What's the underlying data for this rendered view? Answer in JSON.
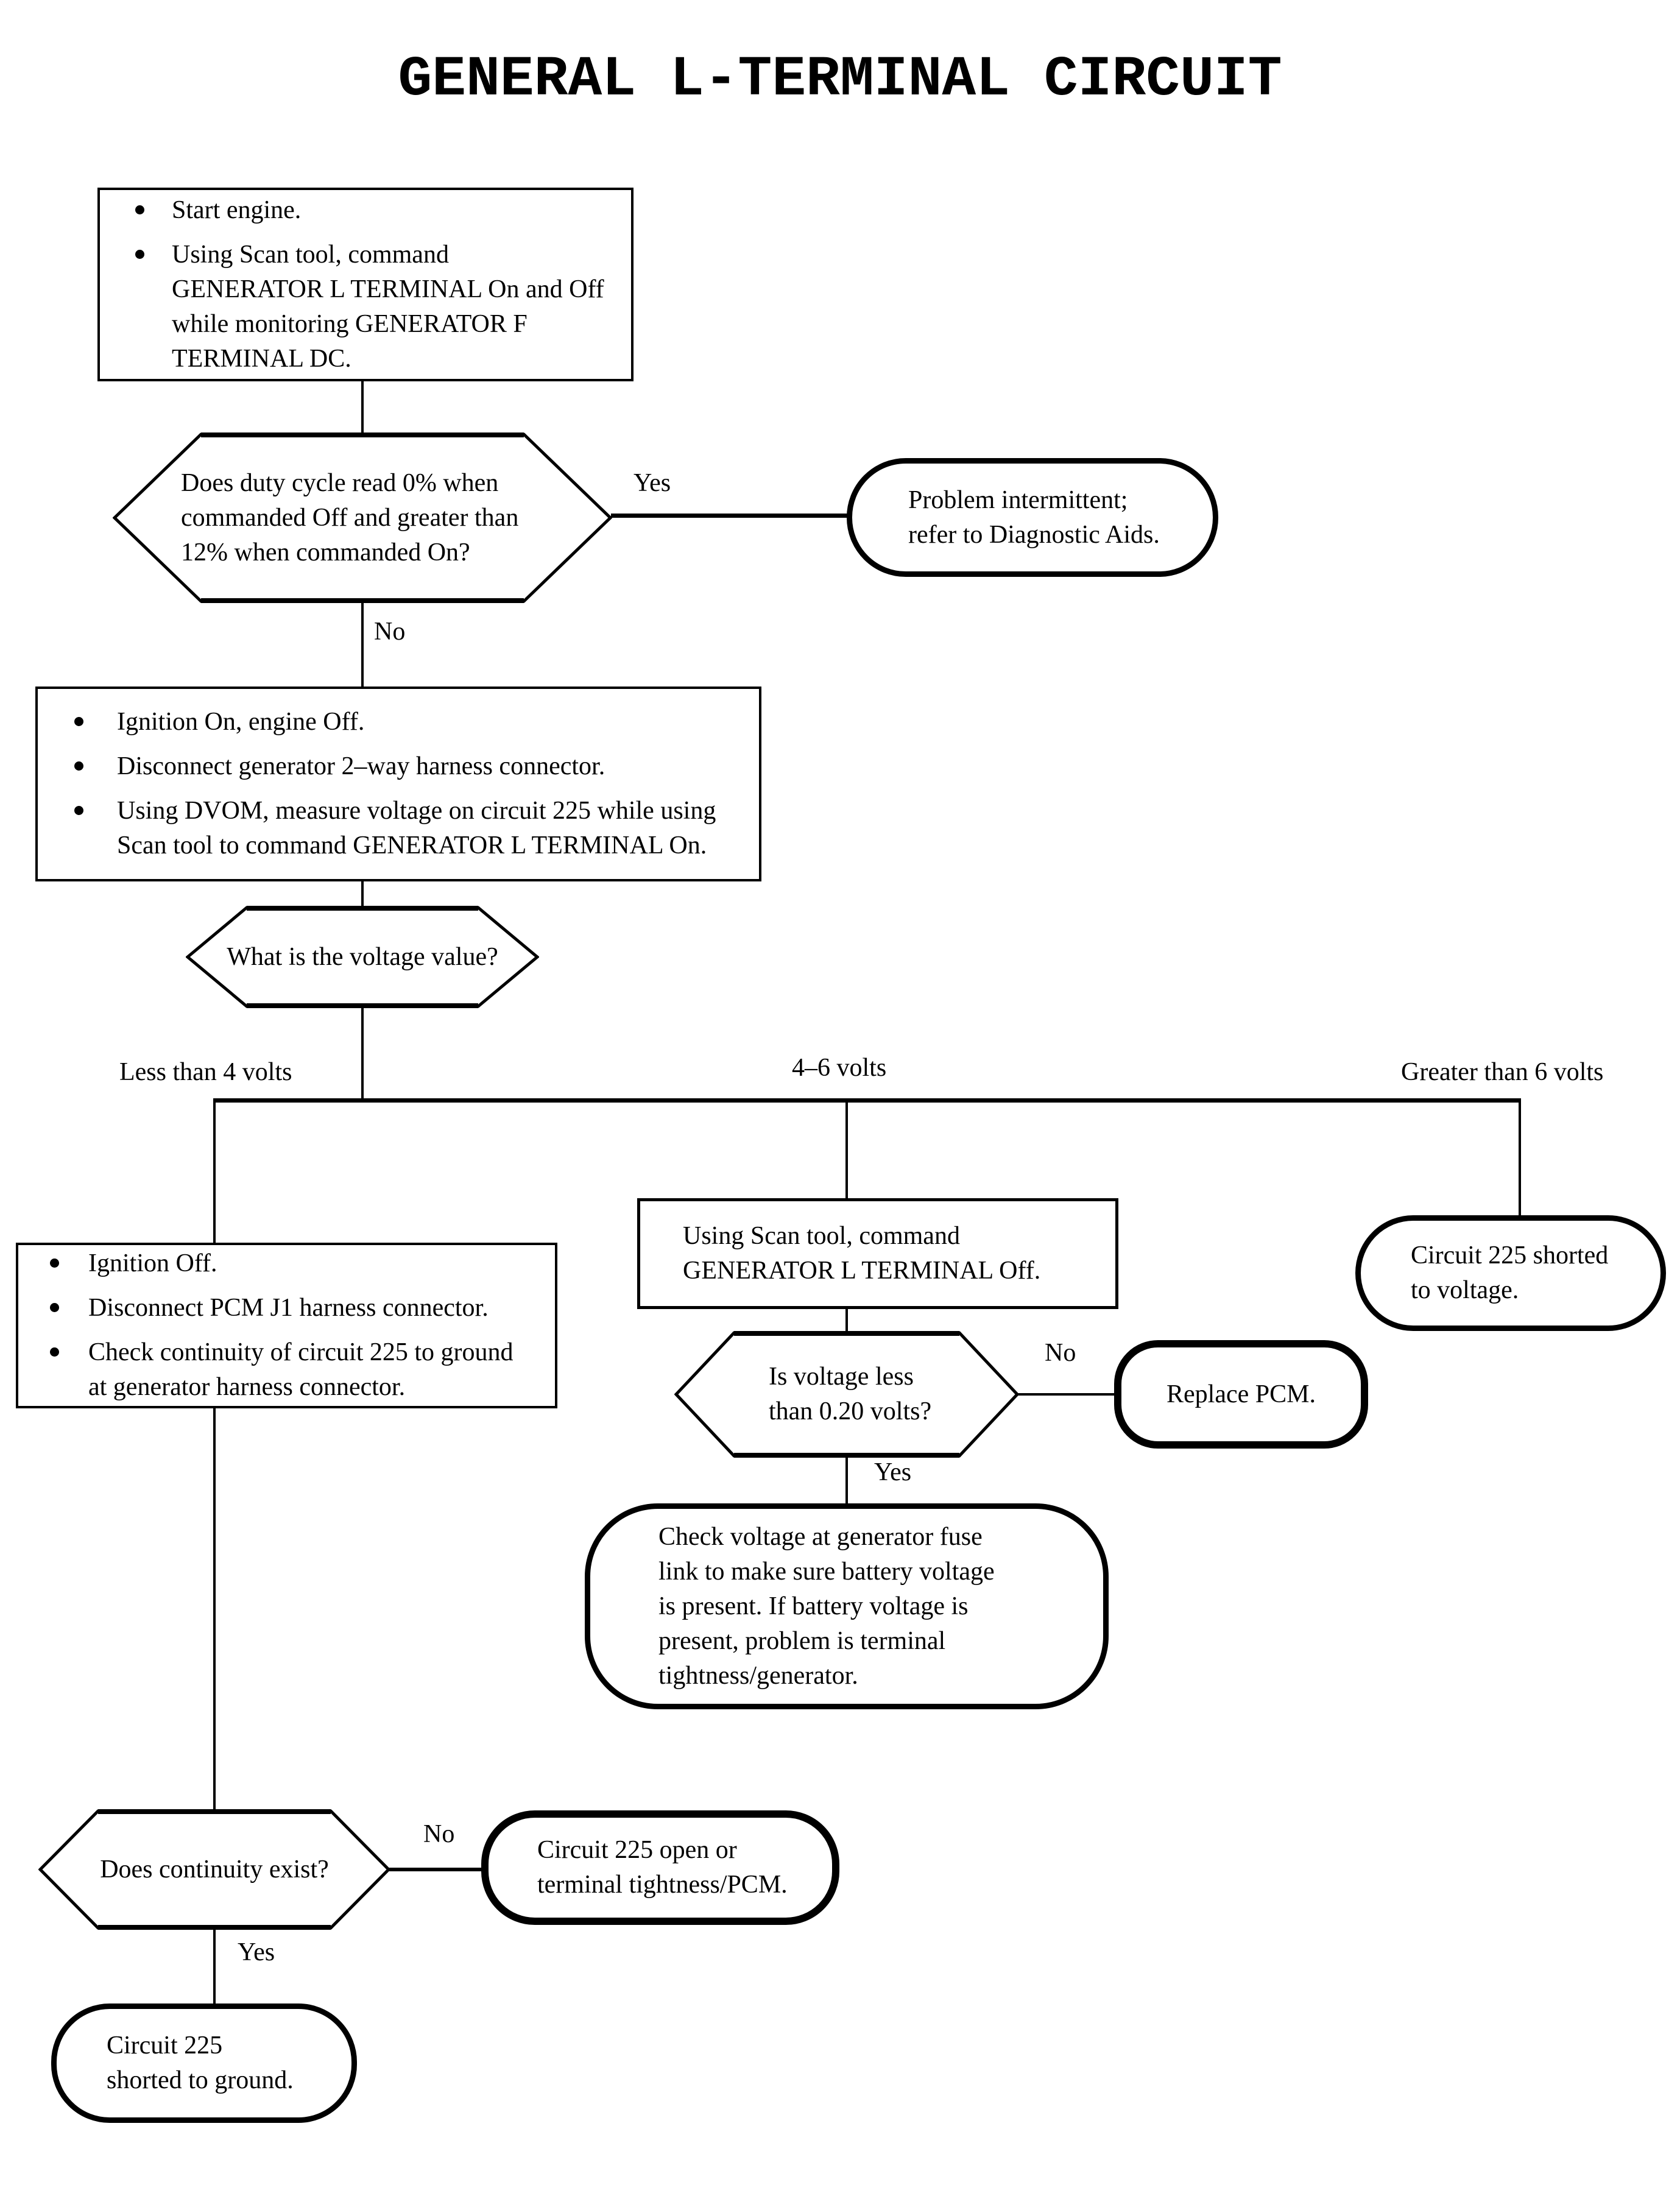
{
  "title": "GENERAL L-TERMINAL CIRCUIT",
  "colors": {
    "ink": "#000000",
    "paper": "#ffffff"
  },
  "labels": {
    "yes": "Yes",
    "no": "No",
    "less_than_4": "Less than 4 volts",
    "four_to_six": "4–6 volts",
    "greater_than_6": "Greater than 6 volts"
  },
  "nodes": {
    "start": {
      "type": "process",
      "bullets": [
        [
          "Start engine."
        ],
        [
          "Using Scan tool, command",
          "GENERATOR L TERMINAL On and Off",
          "while monitoring GENERATOR F",
          "TERMINAL DC."
        ]
      ]
    },
    "duty_cycle": {
      "type": "decision",
      "lines": [
        "Does duty cycle read 0% when",
        "commanded Off and greater than",
        "12% when commanded On?"
      ]
    },
    "problem_intermittent": {
      "type": "terminal",
      "lines": [
        "Problem intermittent;",
        "refer to Diagnostic Aids."
      ]
    },
    "ignition_on": {
      "type": "process",
      "bullets": [
        [
          "Ignition On, engine Off."
        ],
        [
          "Disconnect generator 2–way harness connector."
        ],
        [
          "Using DVOM, measure voltage on circuit 225 while using",
          "Scan tool to command GENERATOR L TERMINAL On."
        ]
      ]
    },
    "voltage_value": {
      "type": "decision",
      "lines": [
        "What is the voltage value?"
      ]
    },
    "command_off": {
      "type": "process",
      "lines": [
        "Using Scan tool, command",
        "GENERATOR L TERMINAL Off."
      ]
    },
    "shorted_to_voltage": {
      "type": "terminal",
      "lines": [
        "Circuit 225 shorted",
        "to voltage."
      ]
    },
    "ignition_off": {
      "type": "process",
      "bullets": [
        [
          "Ignition Off."
        ],
        [
          "Disconnect PCM J1 harness connector."
        ],
        [
          "Check continuity of circuit 225 to ground",
          "at generator harness connector."
        ]
      ]
    },
    "voltage_less": {
      "type": "decision",
      "lines": [
        "Is voltage less",
        "than 0.20 volts?"
      ]
    },
    "replace_pcm": {
      "type": "terminal",
      "lines": [
        "Replace PCM."
      ]
    },
    "check_fuse_link": {
      "type": "terminal",
      "lines": [
        "Check voltage at generator fuse",
        "link to make sure battery voltage",
        "is present. If battery voltage is",
        "present, problem is terminal",
        "tightness/generator."
      ]
    },
    "continuity": {
      "type": "decision",
      "lines": [
        "Does continuity exist?"
      ]
    },
    "circuit_open": {
      "type": "terminal",
      "lines": [
        "Circuit 225 open or",
        "terminal tightness/PCM."
      ]
    },
    "shorted_to_ground": {
      "type": "terminal",
      "lines": [
        "Circuit 225",
        "shorted to ground."
      ]
    }
  },
  "edges": [
    {
      "from": "start",
      "to": "duty_cycle",
      "label": ""
    },
    {
      "from": "duty_cycle",
      "to": "problem_intermittent",
      "label": "Yes"
    },
    {
      "from": "duty_cycle",
      "to": "ignition_on",
      "label": "No"
    },
    {
      "from": "ignition_on",
      "to": "voltage_value",
      "label": ""
    },
    {
      "from": "voltage_value",
      "to": "ignition_off",
      "label": "Less than 4 volts"
    },
    {
      "from": "voltage_value",
      "to": "command_off",
      "label": "4–6 volts"
    },
    {
      "from": "voltage_value",
      "to": "shorted_to_voltage",
      "label": "Greater than 6 volts"
    },
    {
      "from": "command_off",
      "to": "voltage_less",
      "label": ""
    },
    {
      "from": "voltage_less",
      "to": "replace_pcm",
      "label": "No"
    },
    {
      "from": "voltage_less",
      "to": "check_fuse_link",
      "label": "Yes"
    },
    {
      "from": "ignition_off",
      "to": "continuity",
      "label": ""
    },
    {
      "from": "continuity",
      "to": "circuit_open",
      "label": "No"
    },
    {
      "from": "continuity",
      "to": "shorted_to_ground",
      "label": "Yes"
    }
  ]
}
